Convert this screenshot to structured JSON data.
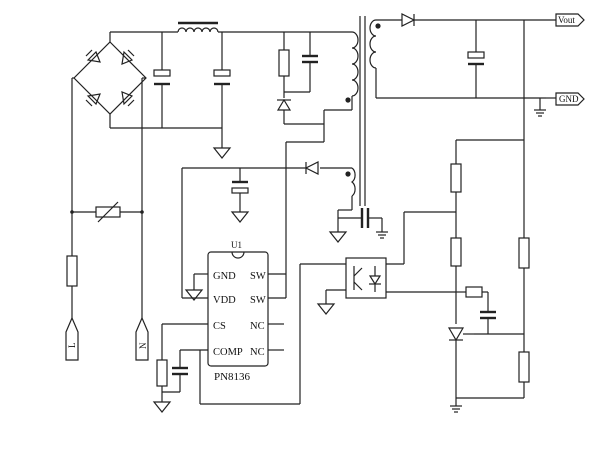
{
  "schematic": {
    "ic": {
      "ref": "U1",
      "part": "PN8136",
      "left_pins": [
        "GND",
        "VDD",
        "CS",
        "COMP"
      ],
      "right_pins": [
        "SW",
        "SW",
        "NC",
        "NC"
      ]
    },
    "ports": {
      "vout": "Vout",
      "gnd": "GND"
    },
    "mains": {
      "line": "L",
      "neutral": "N"
    }
  }
}
